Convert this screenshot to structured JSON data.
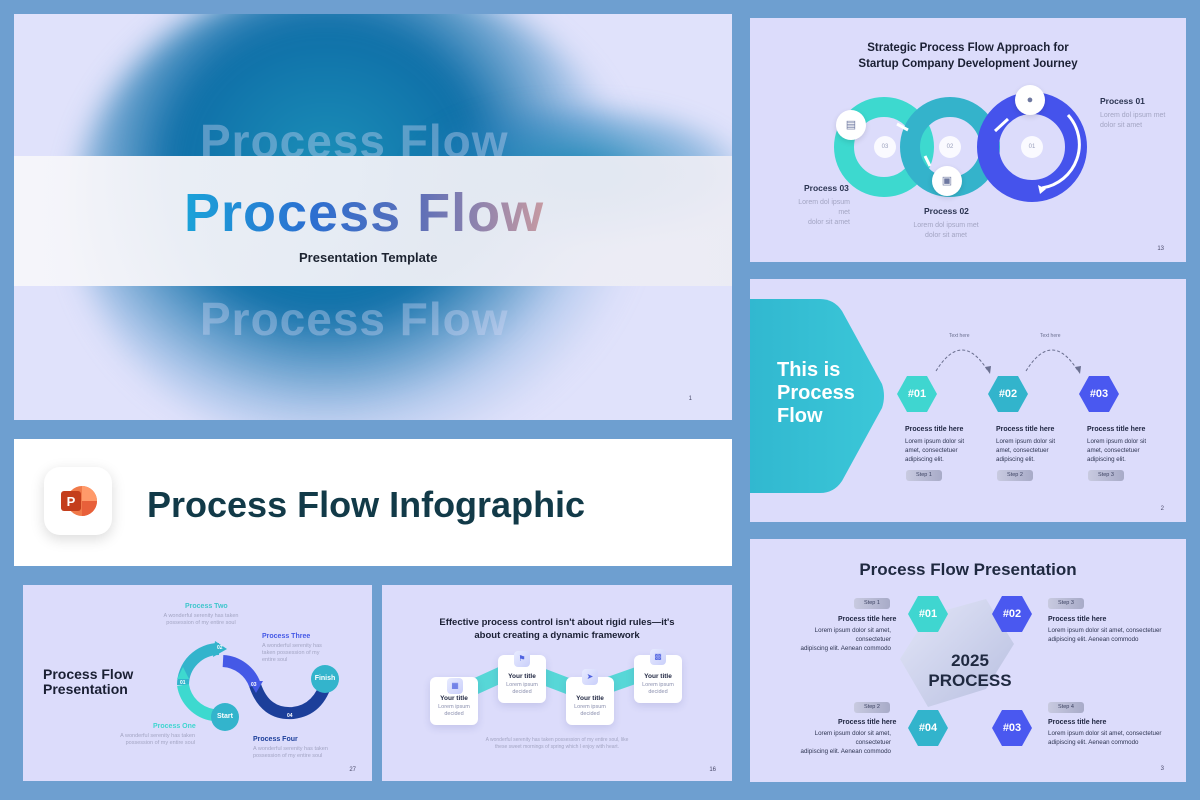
{
  "colors": {
    "page_bg": "#6e9fd0",
    "slide_bg": "#dcdcfb",
    "teal": "#3fd6d0",
    "cyan": "#32b4cc",
    "blue": "#4a58f0",
    "navy": "#123a48",
    "ppt_orange": "#d24726"
  },
  "hero": {
    "ghost_text": "Process Flow",
    "title": "Process Flow",
    "subtitle": "Presentation Template",
    "page_num": "1"
  },
  "banner": {
    "icon": "powerpoint-icon",
    "icon_letter": "P",
    "title": "Process Flow Infographic"
  },
  "slide_strategic": {
    "title_line1": "Strategic Process Flow Approach for",
    "title_line2": "Startup Company Development Journey",
    "circle_labels": [
      "03",
      "02",
      "01"
    ],
    "icons": [
      "document-icon",
      "idea-icon",
      "book-icon"
    ],
    "processes": [
      {
        "label": "Process 01",
        "text_line1": "Lorem dol ipsum met",
        "text_line2": "dolor sit amet"
      },
      {
        "label": "Process 02",
        "text_line1": "Lorem dol ipsum met",
        "text_line2": "dolor sit amet"
      },
      {
        "label": "Process 03",
        "text_line1": "Lorem dol ipsum met",
        "text_line2": "dolor sit amet"
      }
    ],
    "page_num": "13"
  },
  "slide_this_is": {
    "headline_line1": "This is",
    "headline_line2": "Process",
    "headline_line3": "Flow",
    "arc_label_1": "Text here",
    "arc_label_2": "Text here",
    "items": [
      {
        "badge": "#01",
        "title": "Process title here",
        "line1": "Lorem ipsum dolor sit",
        "line2": "amet, consectetuer",
        "line3": "adipiscing elit.",
        "step": "Step 1"
      },
      {
        "badge": "#02",
        "title": "Process title here",
        "line1": "Lorem ipsum dolor sit",
        "line2": "amet, consectetuer",
        "line3": "adipiscing elit.",
        "step": "Step 2"
      },
      {
        "badge": "#03",
        "title": "Process title here",
        "line1": "Lorem ipsum dolor sit",
        "line2": "amet, consectetuer",
        "line3": "adipiscing elit.",
        "step": "Step 3"
      }
    ],
    "page_num": "2"
  },
  "slide_presentation": {
    "title": "Process Flow Presentation",
    "center_line1": "2025",
    "center_line2": "PROCESS",
    "items": [
      {
        "badge": "#01",
        "step": "Step 1",
        "title": "Process title here",
        "line1": "Lorem ipsum dolor sit amet, consectetuer",
        "line2": "adipiscing elit. Aenean commodo"
      },
      {
        "badge": "#02",
        "step": "Step 3",
        "title": "Process title here",
        "line1": "Lorem ipsum dolor sit amet, consectetuer",
        "line2": "adipiscing elit. Aenean commodo"
      },
      {
        "badge": "#04",
        "step": "Step 2",
        "title": "Process title here",
        "line1": "Lorem ipsum dolor sit amet, consectetuer",
        "line2": "adipiscing elit. Aenean commodo"
      },
      {
        "badge": "#03",
        "step": "Step 4",
        "title": "Process title here",
        "line1": "Lorem ipsum dolor sit amet, consectetuer",
        "line2": "adipiscing elit. Aenean commodo"
      }
    ],
    "page_num": "3"
  },
  "slide_cycle": {
    "title_line1": "Process Flow",
    "title_line2": "Presentation",
    "start": "Start",
    "finish": "Finish",
    "segment_labels": [
      "01",
      "02",
      "03",
      "04"
    ],
    "process_one": {
      "label": "Process One",
      "line1": "A wonderful serenity has taken",
      "line2": "possession of my entire soul"
    },
    "process_two": {
      "label": "Process Two",
      "line1": "A wonderful serenity has taken",
      "line2": "possession of my entire soul"
    },
    "process_three": {
      "label": "Process Three",
      "line1": "A wonderful serenity has",
      "line2": "taken possession of my",
      "line3": "entire soul"
    },
    "process_four": {
      "label": "Process Four",
      "line1": "A wonderful serenity has taken",
      "line2": "possession of my entire soul"
    },
    "page_num": "27"
  },
  "slide_control": {
    "title_line1": "Effective process control isn't about rigid rules—it's",
    "title_line2": "about creating a dynamic framework",
    "cards": [
      {
        "icon": "image-icon",
        "title": "Your title",
        "line1": "Lorem ipsum",
        "line2": "decided"
      },
      {
        "icon": "flag-icon",
        "title": "Your title",
        "line1": "Lorem ipsum",
        "line2": "decided"
      },
      {
        "icon": "send-icon",
        "title": "Your title",
        "line1": "Lorem ipsum",
        "line2": "decided"
      },
      {
        "icon": "chart-icon",
        "title": "Your title",
        "line1": "Lorem ipsum",
        "line2": "decided"
      }
    ],
    "footer_line1": "A wonderful serenity has taken possession of my entire soul, like",
    "footer_line2": "these sweet mornings of spring which I enjoy with heart.",
    "page_num": "16"
  }
}
